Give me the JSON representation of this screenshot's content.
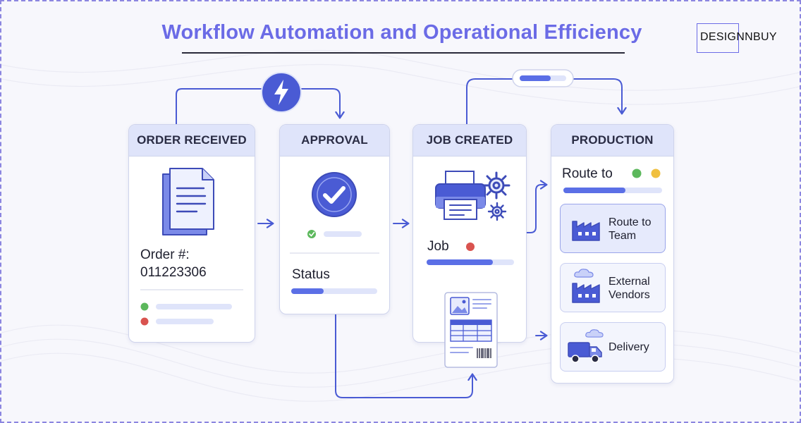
{
  "title": "Workflow Automation and Operational Efficiency",
  "brand": "DESIGNNBUY",
  "colors": {
    "accent": "#6b6be6",
    "primary": "#4a5bd4",
    "header_fill": "#dfe4fa",
    "green": "#5cb85c",
    "red": "#d9534f",
    "yellow": "#f0c040"
  },
  "icons": [
    "lightning-bolt-icon",
    "document-icon",
    "check-circle-icon",
    "printer-icon",
    "gear-icon",
    "job-ticket-icon",
    "factory-icon",
    "cloud-icon",
    "delivery-truck-icon",
    "arrow-icon"
  ],
  "stages": {
    "order": {
      "heading": "ORDER RECEIVED",
      "order_label": "Order #:",
      "order_number": "011223306"
    },
    "approval": {
      "heading": "APPROVAL",
      "status_label": "Status"
    },
    "job": {
      "heading": "JOB CREATED",
      "job_label": "Job"
    },
    "production": {
      "heading": "PRODUCTION",
      "route_label": "Route to",
      "options": [
        {
          "line1": "Route to",
          "line2": "Team"
        },
        {
          "line1": "External",
          "line2": "Vendors"
        },
        {
          "line1": "Delivery",
          "line2": ""
        }
      ]
    }
  }
}
